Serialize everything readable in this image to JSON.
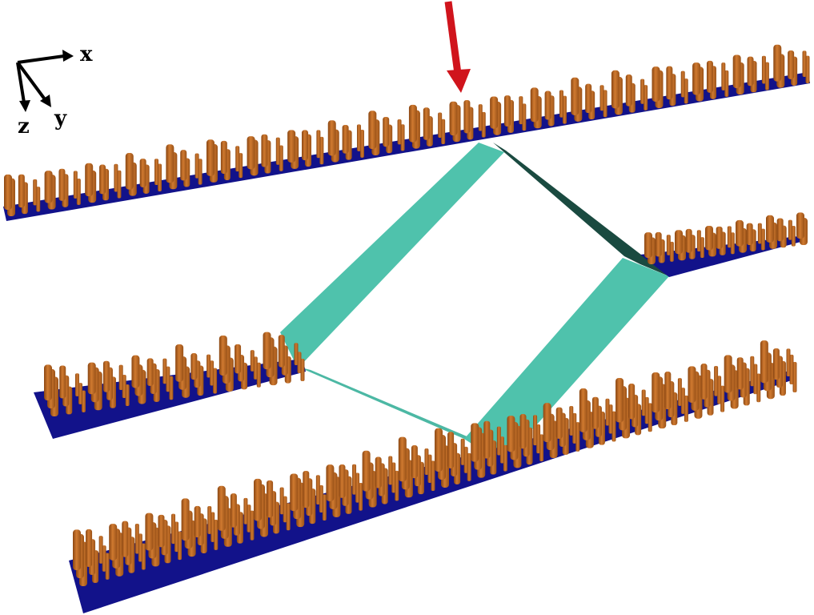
{
  "figure": {
    "type": "3d-schematic",
    "description": "Four parallel pillar-array strips connected by a rhombic ribbon loop"
  },
  "axes_indicator": {
    "labels": {
      "x": "x",
      "y": "y",
      "z": "z"
    }
  },
  "colors": {
    "background": "#ffffff",
    "substrate": "#12128a",
    "pillar": "#c06a22",
    "pillar_shade": "#8a4612",
    "ribbon_light": "#4fc2ac",
    "ribbon_dark": "#1a4a40",
    "arrow": "#d0141c"
  },
  "strips": [
    {
      "id": "top-strip",
      "role": "upper arm",
      "pillar_count": 60
    },
    {
      "id": "middle-left-strip",
      "role": "left input",
      "pillar_count": 18
    },
    {
      "id": "middle-right-strip",
      "role": "right output",
      "pillar_count": 16
    },
    {
      "id": "bottom-strip",
      "role": "lower arm",
      "pillar_count": 60
    }
  ],
  "annotations": {
    "arrow": {
      "direction": "down",
      "target": "top-strip"
    }
  }
}
